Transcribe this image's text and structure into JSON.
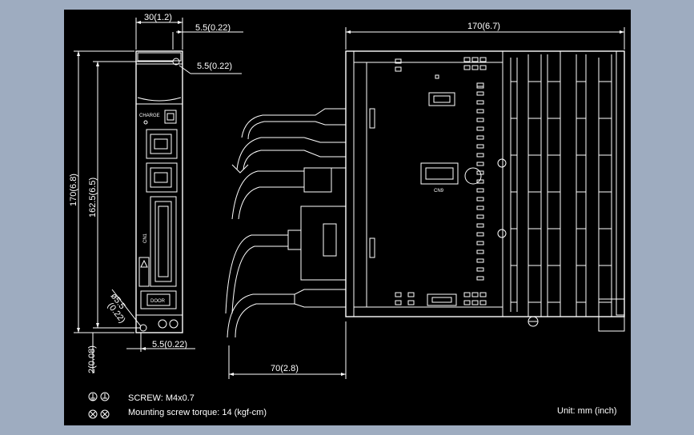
{
  "dimensions": {
    "width_30": "30(1.2)",
    "offset_top_a": "5.5(0.22)",
    "offset_top_b": "5.5(0.22)",
    "height_170": "170(6.8)",
    "height_162": "162.5(6.5)",
    "hole": "ø5.5",
    "hole_b": "(0.22)",
    "bottom_2": "2(0.08)",
    "offset_bottom": "5.5(0.22)",
    "depth_170": "170(6.7)",
    "cable_70": "70(2.8)"
  },
  "labels": {
    "charge": "CHARGE",
    "cn9": "CN9",
    "mfc": "DOOR"
  },
  "notes": {
    "screw": "SCREW: M4x0.7",
    "torque": "Mounting screw torque: 14 (kgf-cm)",
    "unit": "Unit: mm (inch)"
  },
  "icons": [
    "ground-icon",
    "terminal-screw-icon"
  ]
}
